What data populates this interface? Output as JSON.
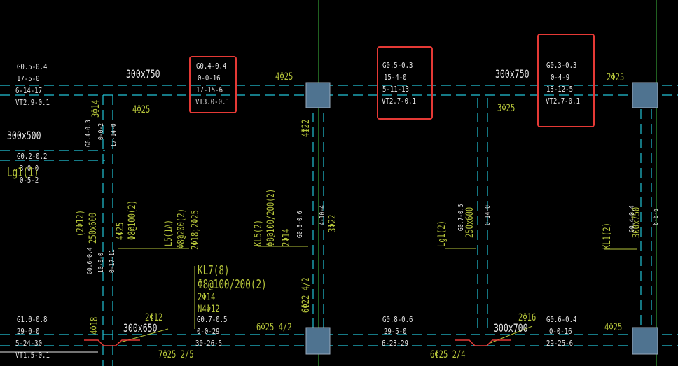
{
  "colors": {
    "background": "#000000",
    "axis": "#22c3d6",
    "rebar_text": "#b5c43a",
    "note_text": "#e6e6e6",
    "highlight": "#e53935",
    "column": "#4f7390"
  },
  "white_notes": {
    "n1": [
      "G0.5-0.4",
      "17-5-0",
      "6-14-17",
      "VT2.9-0.1"
    ],
    "n2": [
      "G0.4-0.4",
      "0-0-16",
      "17-15-6",
      "VT3.0-0.1"
    ],
    "n3": [
      "G0.5-0.3",
      "15-4-0",
      "5-11-13",
      "VT2.7-0.1"
    ],
    "n4": [
      "G0.3-0.3",
      "0-4-9",
      "13-12-5",
      "VT2.7-0.1"
    ],
    "n5": [
      "G0.2-0.2",
      "3-0-0",
      "0-5-2"
    ],
    "n6": [
      "G1.0-0.8",
      "29-0-0",
      "5-24-30",
      "VT1.5-0.1"
    ],
    "n7": [
      "G0.7-0.5",
      "0-0-29",
      "30-26-5"
    ],
    "n8": [
      "G0.8-0.6",
      "29-5-0",
      "6-23-29"
    ],
    "n9": [
      "G0.6-0.4",
      "0-0-16",
      "29-25-6"
    ]
  },
  "labels": {
    "beam1": "300x750",
    "beam2": "300x750",
    "beam3": "300x500",
    "beam4": "300x650",
    "beam5": "300x700",
    "r1": "4Φ25",
    "r2": "4Φ25",
    "r3": "3Φ25",
    "r4": "2Φ25",
    "r5": "2Φ12",
    "r6": "6Φ25 4/2",
    "r7": "2Φ16",
    "r8": "4Φ25",
    "r9": "7Φ25 2/5",
    "r10": "6Φ25 2/4",
    "lg": "Lg1(1)",
    "kl7": [
      "KL7(8)",
      "Φ8@100/200(2)",
      "2Φ14",
      "N4Φ12"
    ]
  },
  "vertical_labels": {
    "v1": "(2Φ12)",
    "v2": "250x600",
    "v3": "4Φ25",
    "v4": "Φ8@100(2)",
    "v5": "L5(1A)",
    "v6": "Φ8@200(2)",
    "v7": "2Φ18;2Φ25",
    "v8": "KL5(2)",
    "v9": "Φ8@100/200(2)",
    "v10": "2Φ14",
    "v11": "4Φ22",
    "v12": "3Φ22",
    "v13": "Lg1(2)",
    "v14": "250x600",
    "v15": "KL1(2)",
    "v16": "300x750",
    "v17": "4Φ18",
    "v18": "6Φ22 4/2",
    "v19": "3Φ14",
    "vw1": "G0.4-0.3",
    "vw2": "0-0-2",
    "vw3": "17-14-0",
    "vw4": "G0.6-0.4",
    "vw5": "10-0-0",
    "vw6": "0-17-11",
    "vw7": "G0.6-0.6",
    "vw8": "4-10-4",
    "vw9": "G0.7-0.5",
    "vw10": "0-14-0",
    "vw11": "G0.4-0.4",
    "vw12": "6-6-6"
  }
}
